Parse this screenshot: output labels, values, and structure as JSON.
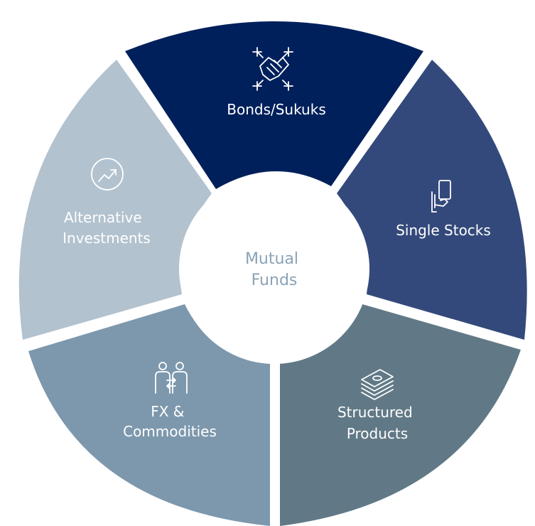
{
  "diagram": {
    "center": {
      "lines": [
        "Mutual",
        "Funds"
      ],
      "color": "#8ba3b6"
    },
    "segments": [
      {
        "id": "bonds",
        "lines": [
          "Bonds/Sukuks"
        ],
        "icon": "handshake-icon",
        "color": "#00205b"
      },
      {
        "id": "stocks",
        "lines": [
          "Single Stocks"
        ],
        "icon": "hand-holding-card-icon",
        "color": "#34497b"
      },
      {
        "id": "structured",
        "lines": [
          "Structured",
          "Products"
        ],
        "icon": "money-stack-icon",
        "color": "#617986"
      },
      {
        "id": "fx",
        "lines": [
          "FX &",
          "Commodities"
        ],
        "icon": "people-exchange-icon",
        "color": "#7d98ad"
      },
      {
        "id": "alternative",
        "lines": [
          "Alternative",
          "Investments"
        ],
        "icon": "growth-chart-icon",
        "color": "#b2c2cf"
      }
    ]
  }
}
